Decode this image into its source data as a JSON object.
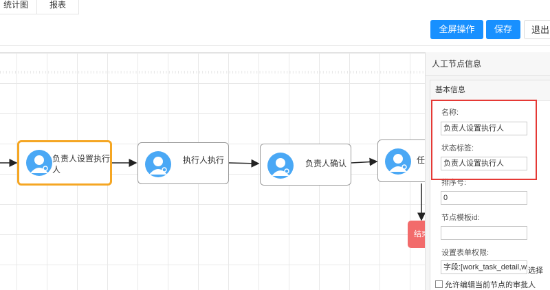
{
  "tabs": [
    {
      "label": "统计图"
    },
    {
      "label": "报表"
    }
  ],
  "toolbar": {
    "fullscreen_label": "全屏操作",
    "save_label": "保存",
    "exit_label": "退出"
  },
  "flow": {
    "nodes": [
      {
        "label": "负责人设置执行人"
      },
      {
        "label": "执行人执行"
      },
      {
        "label": "负责人确认"
      },
      {
        "label": "任务"
      }
    ],
    "end_label": "结束"
  },
  "panel": {
    "title": "人工节点信息",
    "section_title": "基本信息",
    "name_label": "名称:",
    "name_value": "负责人设置执行人",
    "status_label": "状态标签:",
    "status_value": "负责人设置执行人",
    "sort_label": "排序号:",
    "sort_value": "0",
    "template_label": "节点模板id:",
    "template_value": "",
    "permission_label": "设置表单权限:",
    "permission_value": "字段:[work_task_detail,wo",
    "select_label": "选择",
    "checkbox_label": "允许编辑当前节点的审批人"
  },
  "colors": {
    "primary": "#1890ff",
    "active_node": "#f5a623",
    "avatar": "#4aa8f5",
    "end_node": "#f26b6b",
    "highlight": "#e53935"
  }
}
